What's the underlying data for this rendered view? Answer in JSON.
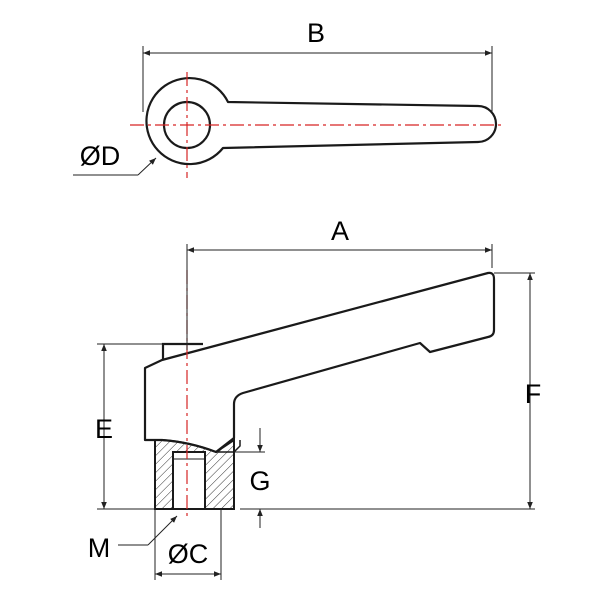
{
  "labels": {
    "b": "B",
    "d": "ØD",
    "a": "A",
    "e": "E",
    "f": "F",
    "g": "G",
    "m": "M",
    "c": "ØC"
  },
  "colors": {
    "outline": "#1a1a1a",
    "dimension": "#222222",
    "centerline": "#d62424",
    "background": "#ffffff"
  }
}
